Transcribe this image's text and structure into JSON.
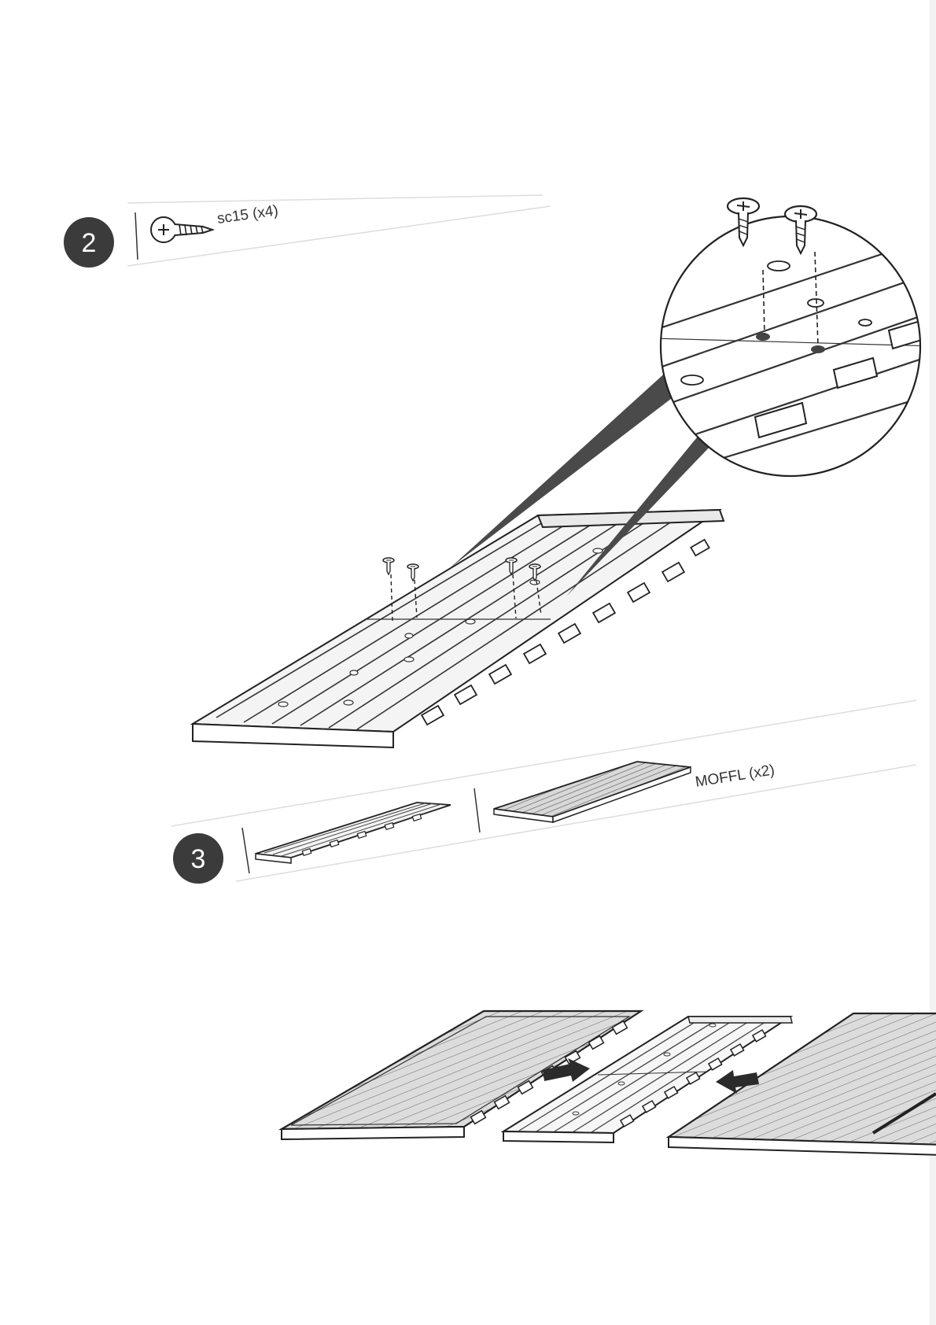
{
  "document": {
    "type": "assembly-instructions",
    "steps": [
      {
        "number": "2",
        "parts": [
          {
            "code": "sc15",
            "qty": "(x4)",
            "icon": "screw-icon"
          }
        ]
      },
      {
        "number": "3",
        "parts": [
          {
            "code": "",
            "qty": "",
            "icon": "floor-panel-small-icon"
          },
          {
            "code": "MOFFL",
            "qty": "(x2)",
            "icon": "floor-panel-large-icon"
          }
        ]
      }
    ]
  },
  "colors": {
    "badge": "#3b3b3b",
    "line": "#222222",
    "panel-fill": "#e6e6e6",
    "zoom-beam": "#4a4a4a"
  }
}
